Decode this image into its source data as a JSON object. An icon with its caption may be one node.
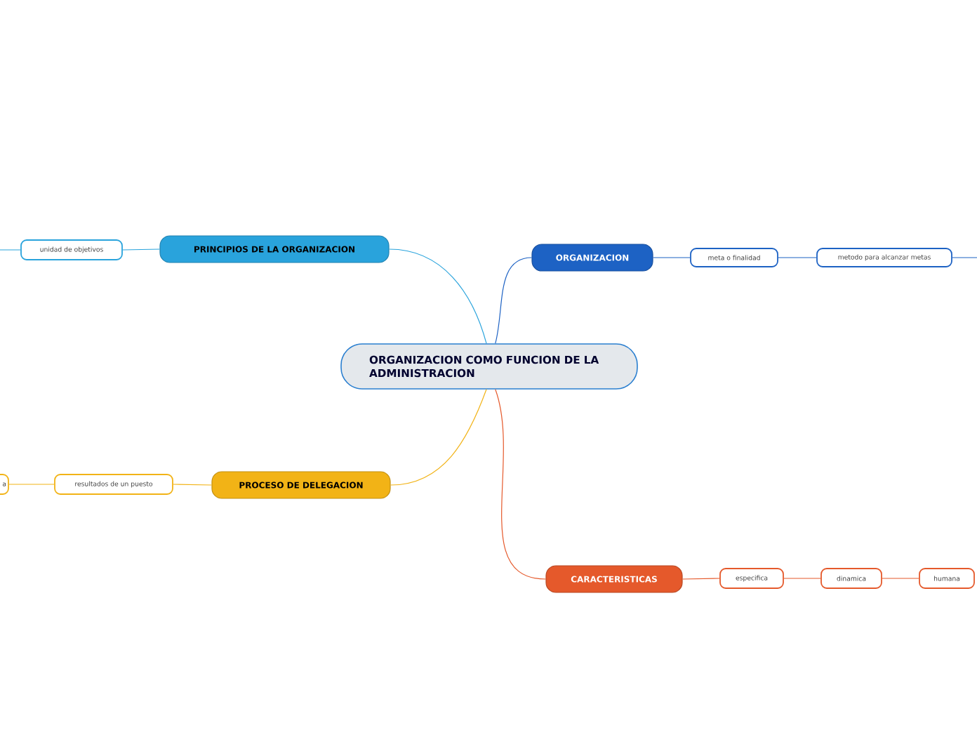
{
  "diagram": {
    "nodes": [
      {
        "text": [
          "ORGANIZACION COMO FUNCION DE LA ADMINISTRACION"
        ]
      },
      {
        "text": [
          "PRINCIPIOS DE LA ORGANIZACION"
        ]
      },
      {
        "text": [
          "unidad de objetivos"
        ]
      },
      {
        "text": [
          "ORGANIZACION"
        ]
      },
      {
        "text": [
          "meta o finalidad"
        ]
      },
      {
        "text": [
          "metodo para alcanzar metas"
        ]
      },
      {
        "text": [
          "PROCESO DE DELEGACION"
        ]
      },
      {
        "text": [
          "resultados de un puesto"
        ]
      },
      {
        "text": [
          "a"
        ]
      },
      {
        "text": [
          "CARACTERISTICAS"
        ]
      },
      {
        "text": [
          "especifica"
        ]
      },
      {
        "text": [
          "dinamica"
        ]
      },
      {
        "text": [
          "humana"
        ]
      }
    ],
    "edges": [
      {
        "from": 0,
        "to": 1,
        "arrow": "none",
        "color": "#29a3dc"
      },
      {
        "from": 1,
        "to": 2,
        "arrow": "none",
        "color": "#29a3dc"
      },
      {
        "from": 2,
        "to": null,
        "arrow": "none",
        "color": "#29a3dc"
      },
      {
        "from": 0,
        "to": 3,
        "arrow": "none",
        "color": "#1d62c4"
      },
      {
        "from": 3,
        "to": 4,
        "arrow": "none",
        "color": "#1d62c4"
      },
      {
        "from": 4,
        "to": 5,
        "arrow": "none",
        "color": "#1d62c4"
      },
      {
        "from": 5,
        "to": null,
        "arrow": "none",
        "color": "#1d62c4"
      },
      {
        "from": 0,
        "to": 6,
        "arrow": "none",
        "color": "#f2b316"
      },
      {
        "from": 6,
        "to": 7,
        "arrow": "none",
        "color": "#f2b316"
      },
      {
        "from": 7,
        "to": 8,
        "arrow": "none",
        "color": "#f2b316"
      },
      {
        "from": 0,
        "to": 9,
        "arrow": "none",
        "color": "#e5592b"
      },
      {
        "from": 9,
        "to": 10,
        "arrow": "none",
        "color": "#e5592b"
      },
      {
        "from": 10,
        "to": 11,
        "arrow": "none",
        "color": "#e5592b"
      },
      {
        "from": 11,
        "to": 12,
        "arrow": "none",
        "color": "#e5592b"
      }
    ]
  }
}
